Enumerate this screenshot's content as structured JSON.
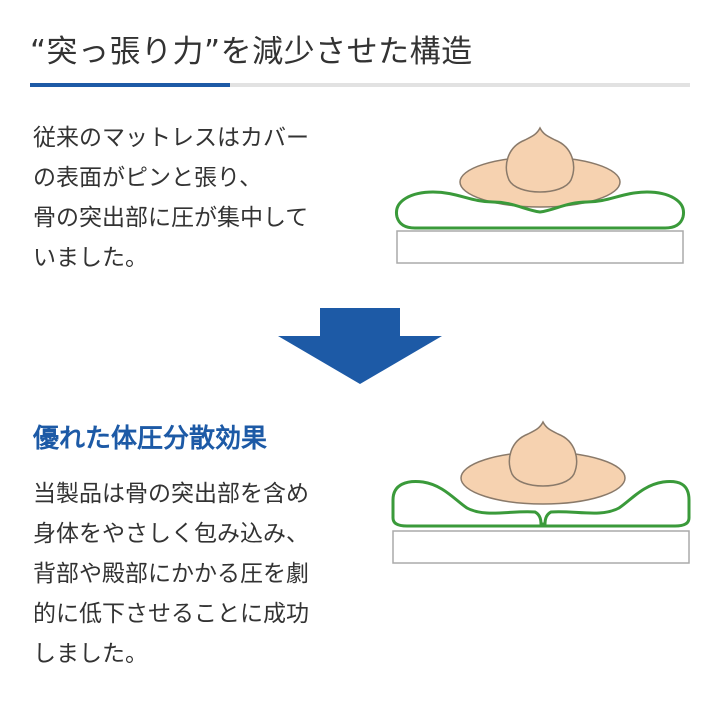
{
  "header": {
    "title": "“突っ張り力”を減少させた構造"
  },
  "before": {
    "lines": [
      "従来のマットレスはカバー",
      "の表面がピンと張り、",
      "骨の突出部に圧が集中して",
      "いました。"
    ]
  },
  "after": {
    "heading": "優れた体圧分散効果",
    "lines": [
      "当製品は骨の突出部を含め",
      "身体をやさしく包み込み、",
      "背部や殿部にかかる圧を劇",
      "的に低下させることに成功",
      "しました。"
    ]
  },
  "colors": {
    "accent": "#1d5aa6",
    "mattress_outline": "#3a9a3a",
    "body_fill": "#f6d2b0",
    "body_outline": "#8a7a6a",
    "base_outline": "#aaaaaa"
  }
}
